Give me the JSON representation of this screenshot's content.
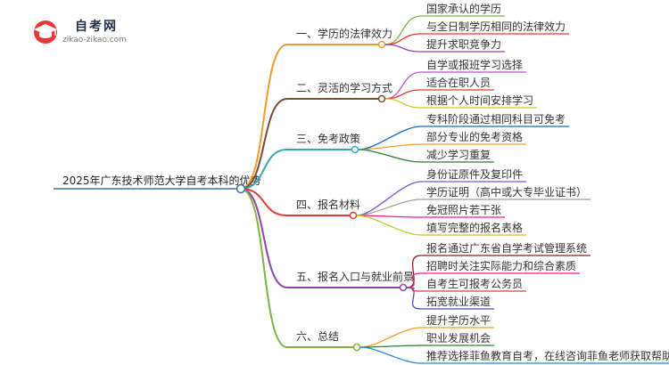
{
  "logo": {
    "title": "自考网",
    "subtitle": "zikao-zikao.com"
  },
  "root": {
    "label": "2025年广东技术师范大学自考本科的优势"
  },
  "branches": [
    {
      "label": "一、学历的法律效力",
      "color": "#f29a2e",
      "leaves": [
        {
          "label": "国家承认的学历",
          "color": "#7cb342"
        },
        {
          "label": "与全日制学历相同的法律效力",
          "color": "#e53935"
        },
        {
          "label": "提升求职竞争力",
          "color": "#8e44ad"
        }
      ]
    },
    {
      "label": "二、灵活的学习方式",
      "color": "#7a4b2e",
      "leaves": [
        {
          "label": "自学或报班学习选择",
          "color": "#b455c9"
        },
        {
          "label": "适合在职人员",
          "color": "#e53935"
        },
        {
          "label": "根据个人时间安排学习",
          "color": "#c8c82a"
        }
      ]
    },
    {
      "label": "三、免考政策",
      "color": "#3aa6b4",
      "leaves": [
        {
          "label": "专科阶段通过相同科目可免考",
          "color": "#1565c0"
        },
        {
          "label": "部分专业的免考资格",
          "color": "#f29a2e"
        },
        {
          "label": "减少学习重复",
          "color": "#2e7d32"
        }
      ]
    },
    {
      "label": "四、报名材料",
      "color": "#e53935",
      "leaves": [
        {
          "label": "身份证原件及复印件",
          "color": "#7e57c2"
        },
        {
          "label": "学历证明（高中或大专毕业证书）",
          "color": "#9e9e9e"
        },
        {
          "label": "免冠照片若干张",
          "color": "#e91e8c"
        },
        {
          "label": "填写完整的报名表格",
          "color": "#c8c82a"
        }
      ]
    },
    {
      "label": "五、报名入口与就业前景",
      "color": "#8e44ad",
      "leaves": [
        {
          "label": "报名通过广东省自学考试管理系统",
          "color": "#8b1a1a"
        },
        {
          "label": "招聘时关注实际能力和综合素质",
          "color": "#e91e8c"
        },
        {
          "label": "自考生可报考公务员",
          "color": "#e53935"
        },
        {
          "label": "拓宽就业渠道",
          "color": "#3f51b5"
        }
      ]
    },
    {
      "label": "六、总结",
      "color": "#7cb342",
      "leaves": [
        {
          "label": "提升学历水平",
          "color": "#f29a2e"
        },
        {
          "label": "职业发展机会",
          "color": "#2e7d32"
        },
        {
          "label": "推荐选择菲鱼教育自考，在线咨询菲鱼老师获取帮助",
          "color": "#1e88e5"
        }
      ]
    }
  ]
}
